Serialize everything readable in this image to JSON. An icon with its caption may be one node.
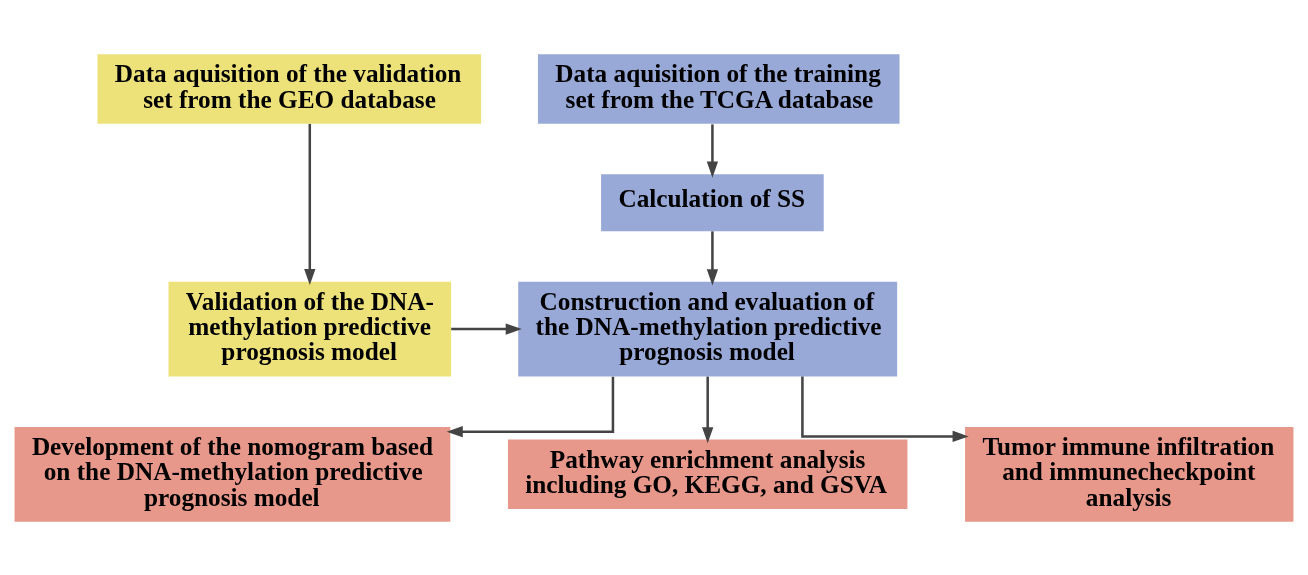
{
  "diagram": {
    "nodes": [
      {
        "text": [
          "Data aquisition of the training set from the TCGA database"
        ]
      },
      {
        "text": [
          "Data aquisition of the validation set from the GEO database"
        ]
      },
      {
        "text": [
          "Calculation of SS"
        ]
      },
      {
        "text": [
          "Construction and evaluation of the DNA-methylation predictive prognosis model"
        ]
      },
      {
        "text": [
          "Validation of the DNA-methylation predictive prognosis model"
        ]
      },
      {
        "text": [
          "Development of the nomogram based on the DNA-methylation predictive prognosis model"
        ]
      },
      {
        "text": [
          "Pathway enrichment analysis including GO, KEGG, and GSVA"
        ]
      },
      {
        "text": [
          "Tumor immune infiltration and immunecheckpoint analysis"
        ]
      }
    ],
    "edges": [
      {
        "from": 0,
        "to": 2,
        "arrow": "to"
      },
      {
        "from": 2,
        "to": 3,
        "arrow": "to"
      },
      {
        "from": 1,
        "to": 4,
        "arrow": "to"
      },
      {
        "from": 4,
        "to": 3,
        "arrow": "to"
      },
      {
        "from": 3,
        "to": 5,
        "arrow": "to"
      },
      {
        "from": 3,
        "to": 6,
        "arrow": "to"
      },
      {
        "from": 3,
        "to": 7,
        "arrow": "to"
      }
    ]
  }
}
